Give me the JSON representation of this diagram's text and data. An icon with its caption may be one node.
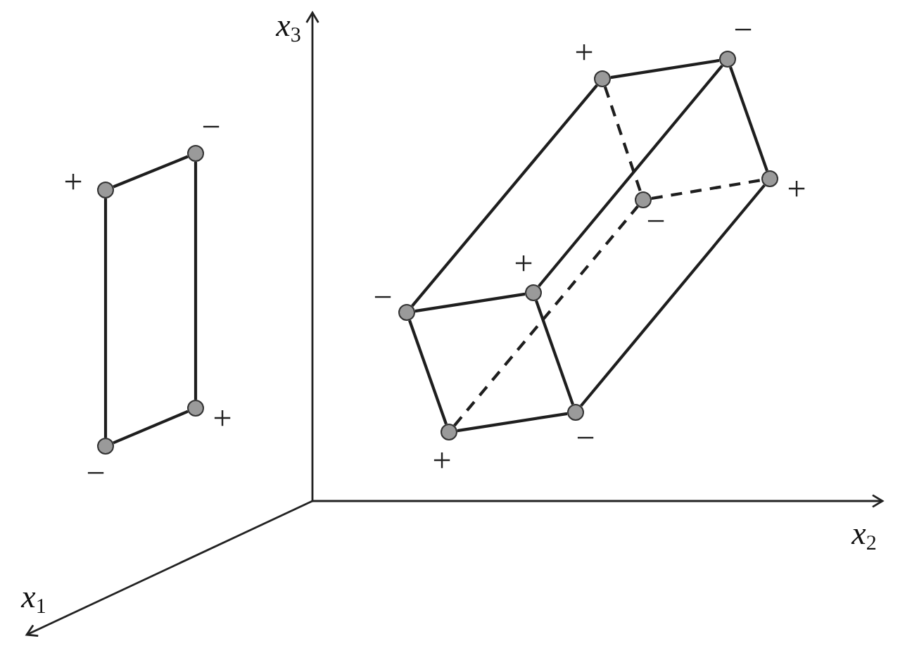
{
  "diagram": {
    "nodes": [
      {
        "text": [],
        "shape": "circle",
        "beside": [
          "+"
        ]
      },
      {
        "text": [],
        "shape": "circle",
        "beside": [
          "−"
        ]
      },
      {
        "text": [],
        "shape": "circle",
        "beside": [
          "+"
        ]
      },
      {
        "text": [],
        "shape": "circle",
        "beside": [
          "−"
        ]
      },
      {
        "text": [],
        "shape": "circle",
        "beside": [
          "+"
        ]
      },
      {
        "text": [],
        "shape": "circle",
        "beside": [
          "−"
        ]
      },
      {
        "text": [],
        "shape": "circle",
        "beside": [
          "+"
        ]
      },
      {
        "text": [],
        "shape": "circle",
        "beside": [
          "−"
        ]
      },
      {
        "text": [],
        "shape": "circle",
        "beside": [
          "+"
        ]
      },
      {
        "text": [],
        "shape": "circle",
        "beside": [
          "−"
        ]
      },
      {
        "text": [],
        "shape": "circle",
        "beside": [
          "+"
        ]
      },
      {
        "text": [],
        "shape": "circle",
        "beside": [
          "−"
        ]
      }
    ],
    "edges": [
      {
        "from": 0,
        "to": 1,
        "arrow": "none"
      },
      {
        "from": 1,
        "to": 2,
        "arrow": "none"
      },
      {
        "from": 2,
        "to": 3,
        "arrow": "none"
      },
      {
        "from": 3,
        "to": 0,
        "arrow": "none"
      },
      {
        "from": 9,
        "to": 4,
        "arrow": "none"
      },
      {
        "from": 4,
        "to": 5,
        "arrow": "none"
      },
      {
        "from": 5,
        "to": 6,
        "arrow": "none"
      },
      {
        "from": 8,
        "to": 5,
        "arrow": "none"
      },
      {
        "from": 9,
        "to": 8,
        "arrow": "none"
      },
      {
        "from": 9,
        "to": 10,
        "arrow": "none"
      },
      {
        "from": 10,
        "to": 11,
        "arrow": "none"
      },
      {
        "from": 8,
        "to": 11,
        "arrow": "none"
      },
      {
        "from": 11,
        "to": 6,
        "arrow": "none"
      },
      {
        "from": 4,
        "to": 7,
        "arrow": "none",
        "style": "dashed"
      },
      {
        "from": 7,
        "to": 6,
        "arrow": "none",
        "style": "dashed"
      },
      {
        "from": 10,
        "to": 7,
        "arrow": "none",
        "style": "dashed"
      }
    ],
    "labels": [
      "*x*$_{3}$",
      "*x*$_{2}$",
      "*x*$_{1}$"
    ]
  }
}
